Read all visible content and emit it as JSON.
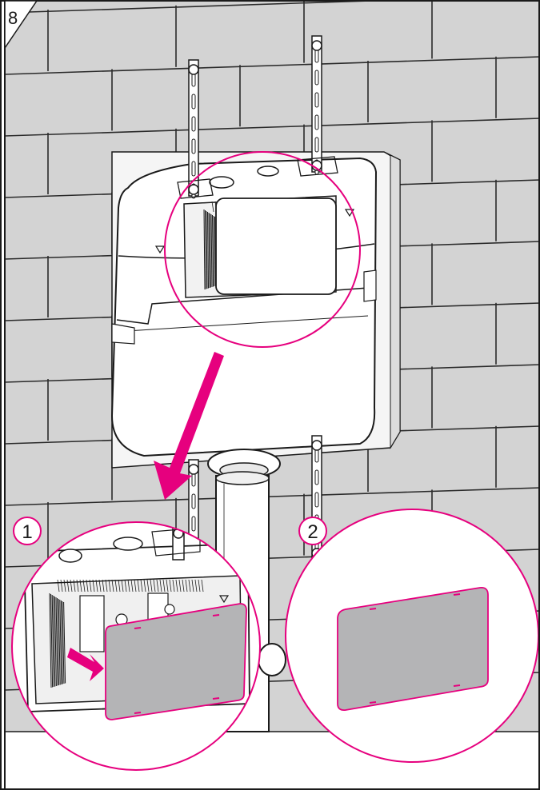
{
  "step": {
    "number": "8"
  },
  "callouts": [
    {
      "label": "1"
    },
    {
      "label": "2"
    }
  ],
  "colors": {
    "accent": "#e6007e",
    "wall": "#d3d3d3",
    "mortar": "#2a2a2a",
    "plate": "#b4b4b6",
    "line": "#1a1a1a",
    "floor": "#e4e4e4"
  }
}
